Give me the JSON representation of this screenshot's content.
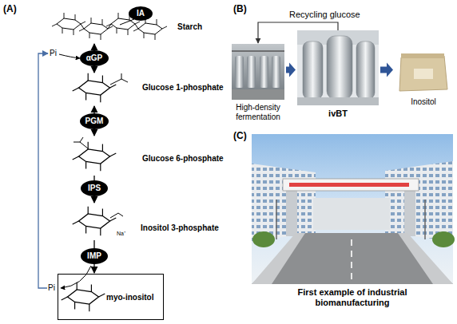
{
  "diagram": {
    "nodes": [
      {
        "text": [
          "Starch"
        ]
      },
      {
        "text": [
          "IA"
        ]
      },
      {
        "text": [
          "αGP"
        ]
      },
      {
        "text": [
          "Glucose 1-phosphate"
        ]
      },
      {
        "text": [
          "PGM"
        ]
      },
      {
        "text": [
          "Glucose 6-phosphate"
        ]
      },
      {
        "text": [
          "IPS"
        ]
      },
      {
        "text": [
          "Inositol 3-phosphate"
        ]
      },
      {
        "text": [
          "IMP"
        ]
      },
      {
        "text": [
          "myo-inositol"
        ]
      },
      {
        "text": [
          "High-density fermentation"
        ]
      },
      {
        "text": [
          "ivBT"
        ]
      },
      {
        "text": [
          "Inositol"
        ]
      },
      {
        "text": [
          "First example of industrial biomanufacturing"
        ]
      }
    ],
    "edges": [
      {
        "from": 0,
        "to": 3,
        "arrow": "both"
      },
      {
        "from": 3,
        "to": 5,
        "arrow": "both"
      },
      {
        "from": 5,
        "to": 7,
        "arrow": "to"
      },
      {
        "from": 7,
        "to": 9,
        "arrow": "to"
      },
      {
        "from": 10,
        "to": 11,
        "arrow": "to"
      },
      {
        "from": 11,
        "to": 12,
        "arrow": "to"
      },
      {
        "from": 11,
        "to": 10,
        "label": "Recycling glucose",
        "arrow": "to"
      }
    ],
    "labels": [
      "(A)",
      "Pi",
      "Na⁺",
      "Pi",
      "(B)",
      "(C)"
    ]
  }
}
